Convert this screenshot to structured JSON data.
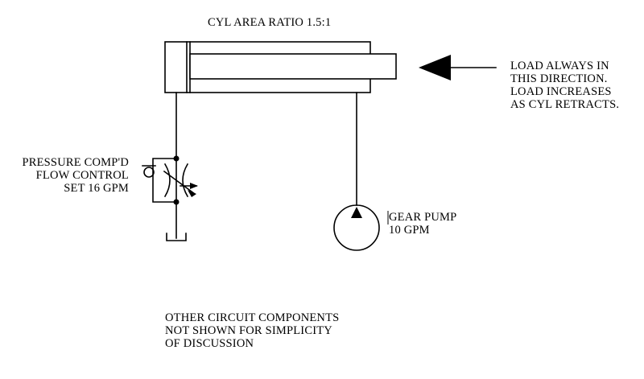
{
  "diagram": {
    "title": "CYL AREA RATIO 1.5:1",
    "load_note": [
      "LOAD ALWAYS IN",
      "THIS DIRECTION.",
      "LOAD INCREASES",
      "AS CYL RETRACTS."
    ],
    "flow_control_note": [
      "PRESSURE COMP'D",
      "FLOW CONTROL",
      "SET 16 GPM"
    ],
    "pump_note": [
      "GEAR PUMP",
      "10 GPM"
    ],
    "footer_note": [
      "OTHER CIRCUIT COMPONENTS",
      "NOT SHOWN FOR SIMPLICITY",
      "OF DISCUSSION"
    ],
    "line_color": "#000000",
    "components": [
      "hydraulic-cylinder",
      "pressure-compensated-flow-control",
      "check-valve",
      "gear-pump",
      "tank",
      "load-arrow"
    ]
  }
}
